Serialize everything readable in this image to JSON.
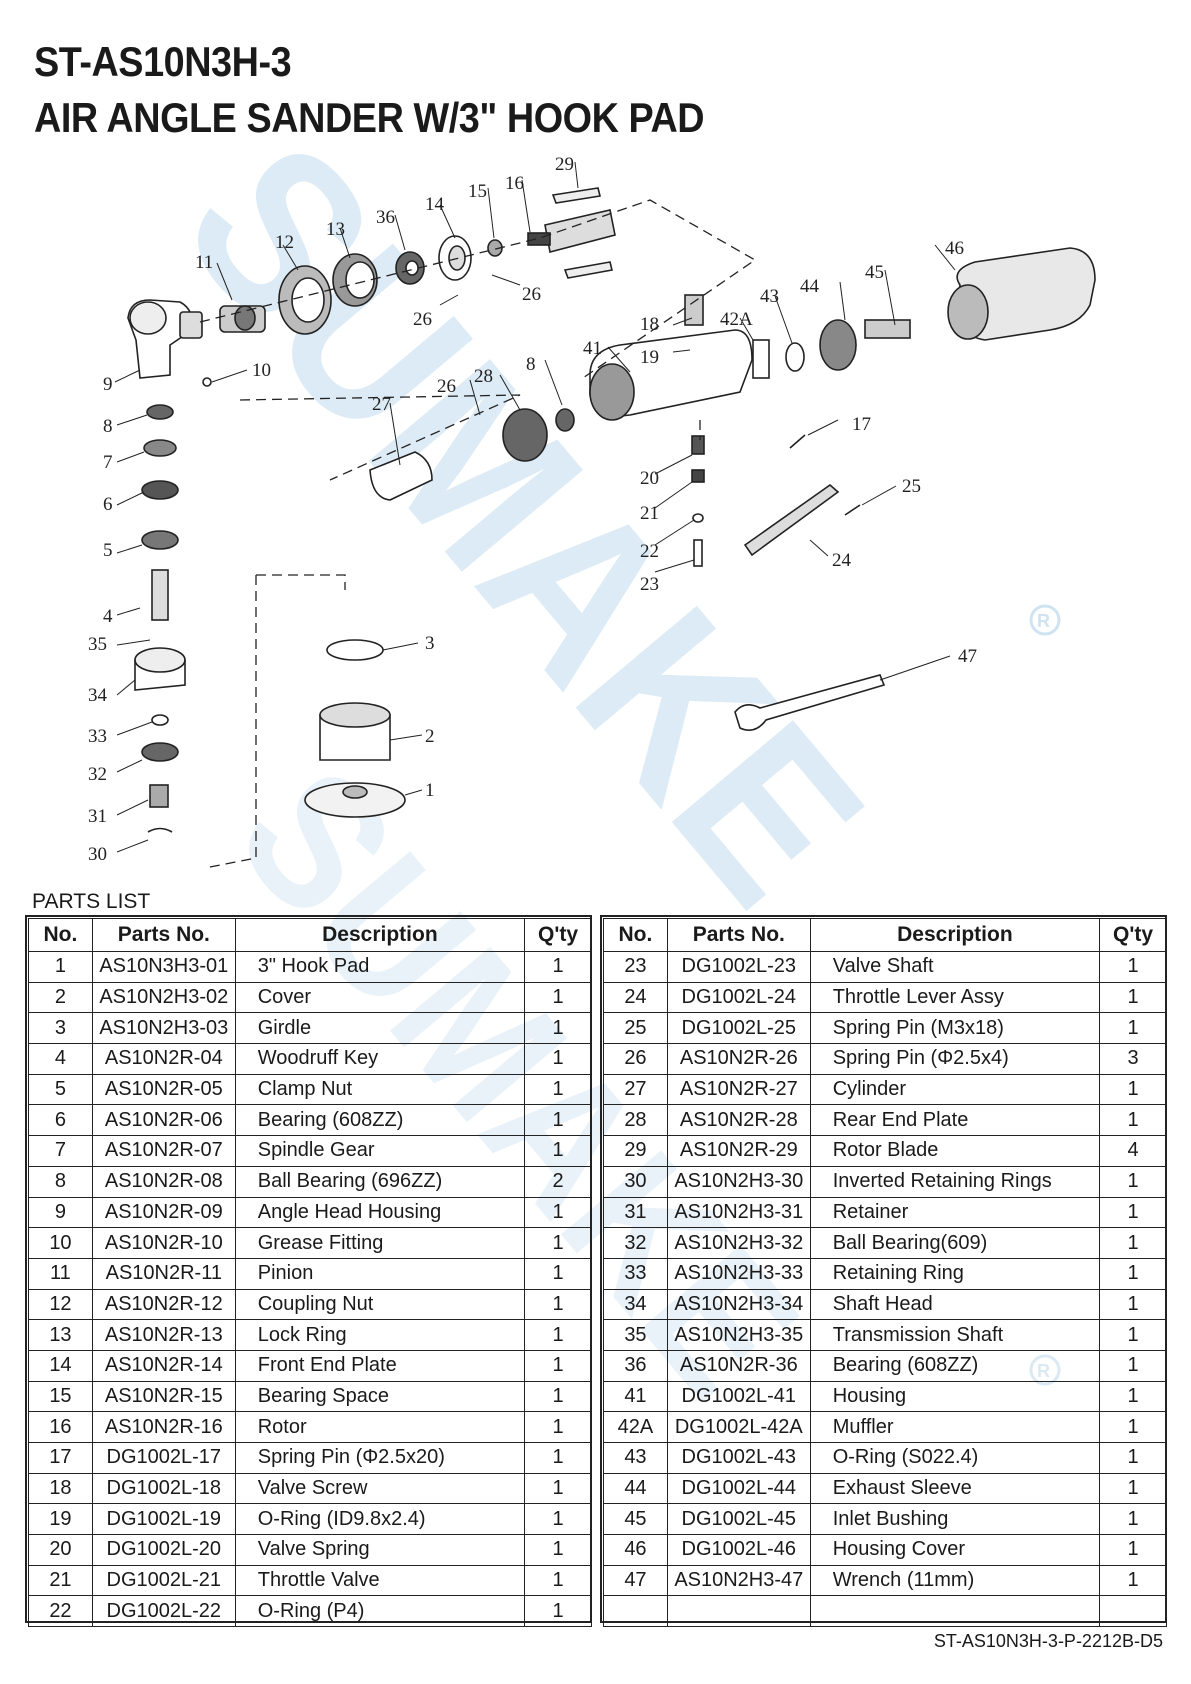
{
  "header": {
    "model": "ST-AS10N3H-3",
    "product": "AIR ANGLE SANDER W/3\" HOOK PAD"
  },
  "diagram": {
    "brand_mark": "SUMAKE",
    "callouts": [
      "1",
      "2",
      "3",
      "4",
      "5",
      "6",
      "7",
      "8",
      "9",
      "10",
      "11",
      "12",
      "13",
      "14",
      "15",
      "16",
      "17",
      "18",
      "19",
      "20",
      "21",
      "22",
      "23",
      "24",
      "25",
      "26",
      "26",
      "26",
      "27",
      "28",
      "29",
      "30",
      "31",
      "32",
      "33",
      "34",
      "35",
      "36",
      "41",
      "42A",
      "43",
      "44",
      "45",
      "46",
      "47",
      "8"
    ]
  },
  "parts_list": {
    "label": "PARTS LIST",
    "columns": [
      "No.",
      "Parts No.",
      "Description",
      "Q'ty"
    ],
    "left": [
      [
        "1",
        "AS10N3H3-01",
        "3\" Hook Pad",
        "1"
      ],
      [
        "2",
        "AS10N2H3-02",
        "Cover",
        "1"
      ],
      [
        "3",
        "AS10N2H3-03",
        "Girdle",
        "1"
      ],
      [
        "4",
        "AS10N2R-04",
        "Woodruff Key",
        "1"
      ],
      [
        "5",
        "AS10N2R-05",
        "Clamp Nut",
        "1"
      ],
      [
        "6",
        "AS10N2R-06",
        "Bearing (608ZZ)",
        "1"
      ],
      [
        "7",
        "AS10N2R-07",
        "Spindle Gear",
        "1"
      ],
      [
        "8",
        "AS10N2R-08",
        "Ball Bearing (696ZZ)",
        "2"
      ],
      [
        "9",
        "AS10N2R-09",
        "Angle Head Housing",
        "1"
      ],
      [
        "10",
        "AS10N2R-10",
        "Grease Fitting",
        "1"
      ],
      [
        "11",
        "AS10N2R-11",
        "Pinion",
        "1"
      ],
      [
        "12",
        "AS10N2R-12",
        "Coupling Nut",
        "1"
      ],
      [
        "13",
        "AS10N2R-13",
        "Lock Ring",
        "1"
      ],
      [
        "14",
        "AS10N2R-14",
        "Front End Plate",
        "1"
      ],
      [
        "15",
        "AS10N2R-15",
        "Bearing Space",
        "1"
      ],
      [
        "16",
        "AS10N2R-16",
        "Rotor",
        "1"
      ],
      [
        "17",
        "DG1002L-17",
        "Spring Pin (Φ2.5x20)",
        "1"
      ],
      [
        "18",
        "DG1002L-18",
        "Valve Screw",
        "1"
      ],
      [
        "19",
        "DG1002L-19",
        "O-Ring (ID9.8x2.4)",
        "1"
      ],
      [
        "20",
        "DG1002L-20",
        "Valve Spring",
        "1"
      ],
      [
        "21",
        "DG1002L-21",
        "Throttle Valve",
        "1"
      ],
      [
        "22",
        "DG1002L-22",
        "O-Ring (P4)",
        "1"
      ]
    ],
    "right": [
      [
        "23",
        "DG1002L-23",
        "Valve Shaft",
        "1"
      ],
      [
        "24",
        "DG1002L-24",
        "Throttle Lever Assy",
        "1"
      ],
      [
        "25",
        "DG1002L-25",
        "Spring Pin (M3x18)",
        "1"
      ],
      [
        "26",
        "AS10N2R-26",
        "Spring Pin (Φ2.5x4)",
        "3"
      ],
      [
        "27",
        "AS10N2R-27",
        "Cylinder",
        "1"
      ],
      [
        "28",
        "AS10N2R-28",
        "Rear End Plate",
        "1"
      ],
      [
        "29",
        "AS10N2R-29",
        "Rotor Blade",
        "4"
      ],
      [
        "30",
        "AS10N2H3-30",
        "Inverted Retaining Rings",
        "1"
      ],
      [
        "31",
        "AS10N2H3-31",
        "Retainer",
        "1"
      ],
      [
        "32",
        "AS10N2H3-32",
        "Ball Bearing(609)",
        "1"
      ],
      [
        "33",
        "AS10N2H3-33",
        "Retaining Ring",
        "1"
      ],
      [
        "34",
        "AS10N2H3-34",
        "Shaft Head",
        "1"
      ],
      [
        "35",
        "AS10N2H3-35",
        "Transmission Shaft",
        "1"
      ],
      [
        "36",
        "AS10N2R-36",
        "Bearing (608ZZ)",
        "1"
      ],
      [
        "41",
        "DG1002L-41",
        "Housing",
        "1"
      ],
      [
        "42A",
        "DG1002L-42A",
        "Muffler",
        "1"
      ],
      [
        "43",
        "DG1002L-43",
        "O-Ring (S022.4)",
        "1"
      ],
      [
        "44",
        "DG1002L-44",
        "Exhaust Sleeve",
        "1"
      ],
      [
        "45",
        "DG1002L-45",
        "Inlet Bushing",
        "1"
      ],
      [
        "46",
        "DG1002L-46",
        "Housing Cover",
        "1"
      ],
      [
        "47",
        "AS10N2H3-47",
        "Wrench (11mm)",
        "1"
      ],
      [
        "",
        "",
        "",
        ""
      ]
    ]
  },
  "footer": {
    "doc_number": "ST-AS10N3H-3-P-2212B-D5"
  },
  "colors": {
    "watermark": "#cfe3f1",
    "line": "#222222"
  }
}
